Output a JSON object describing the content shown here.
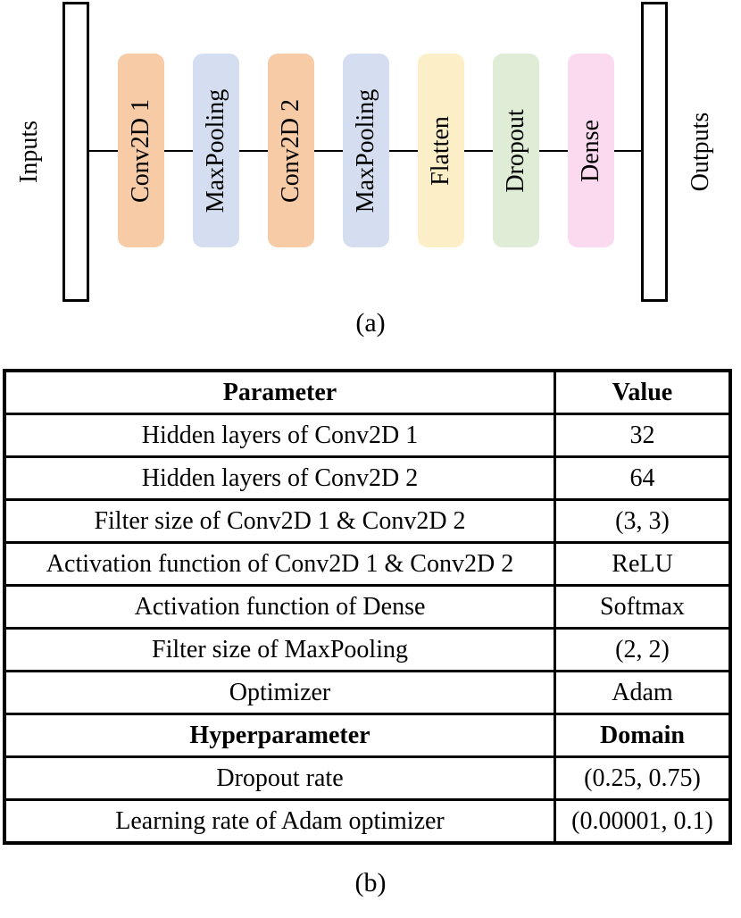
{
  "diagram": {
    "input_label": "Inputs",
    "output_label": "Outputs",
    "caption": "(a)",
    "layers": [
      {
        "label": "Conv2D 1",
        "color": "#F6CBA6"
      },
      {
        "label": "MaxPooling",
        "color": "#D5DEF0"
      },
      {
        "label": "Conv2D 2",
        "color": "#F6CBA6"
      },
      {
        "label": "MaxPooling",
        "color": "#D5DEF0"
      },
      {
        "label": "Flatten",
        "color": "#FCEFC8"
      },
      {
        "label": "Dropout",
        "color": "#DFECD6"
      },
      {
        "label": "Dense",
        "color": "#FBD9EF"
      }
    ],
    "line_color": "#000000",
    "bar_border_color": "#000000"
  },
  "table": {
    "caption": "(b)",
    "border_color": "#000000",
    "rows": [
      {
        "param": "Parameter",
        "value": "Value",
        "bold": true
      },
      {
        "param": "Hidden layers of Conv2D 1",
        "value": "32"
      },
      {
        "param": "Hidden layers of Conv2D 2",
        "value": "64"
      },
      {
        "param": "Filter size of Conv2D 1 & Conv2D 2",
        "value": "(3, 3)"
      },
      {
        "param": "Activation function of Conv2D 1 & Conv2D 2",
        "value": "ReLU"
      },
      {
        "param": "Activation function of Dense",
        "value": "Softmax"
      },
      {
        "param": "Filter size of MaxPooling",
        "value": "(2, 2)"
      },
      {
        "param": "Optimizer",
        "value": "Adam"
      },
      {
        "param": "Hyperparameter",
        "value": "Domain",
        "bold": true
      },
      {
        "param": "Dropout rate",
        "value": "(0.25, 0.75)"
      },
      {
        "param": "Learning rate of Adam optimizer",
        "value": "(0.00001, 0.1)"
      }
    ]
  }
}
